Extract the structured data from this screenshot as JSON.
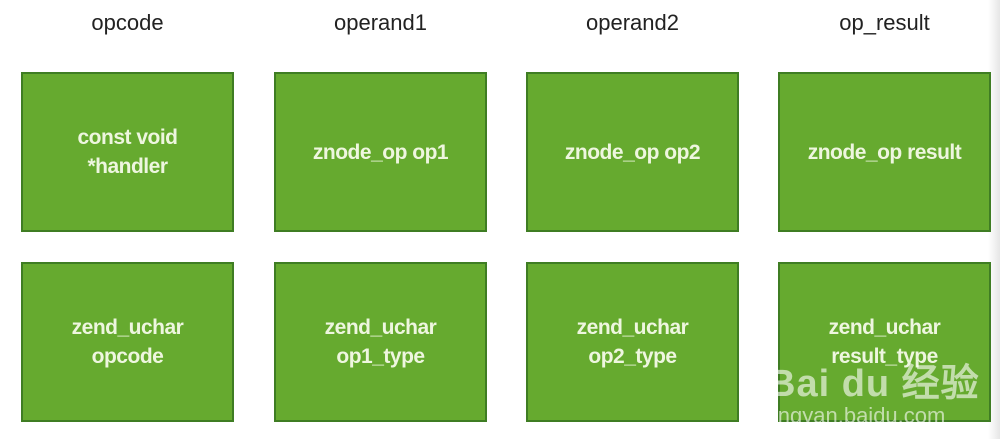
{
  "headers": [
    "opcode",
    "operand1",
    "operand2",
    "op_result"
  ],
  "rows": [
    [
      "const void\n*handler",
      "znode_op op1",
      "znode_op op2",
      "znode_op result"
    ],
    [
      "zend_uchar\nopcode",
      "zend_uchar\nop1_type",
      "zend_uchar\nop2_type",
      "zend_uchar\nresult_type"
    ]
  ],
  "colors": {
    "box_fill": "#66aa2f",
    "box_border": "#3f7d23",
    "box_text": "#eef6df"
  },
  "watermark": {
    "brand": "Bai du 经验",
    "url": "jingyan.baidu.com"
  }
}
